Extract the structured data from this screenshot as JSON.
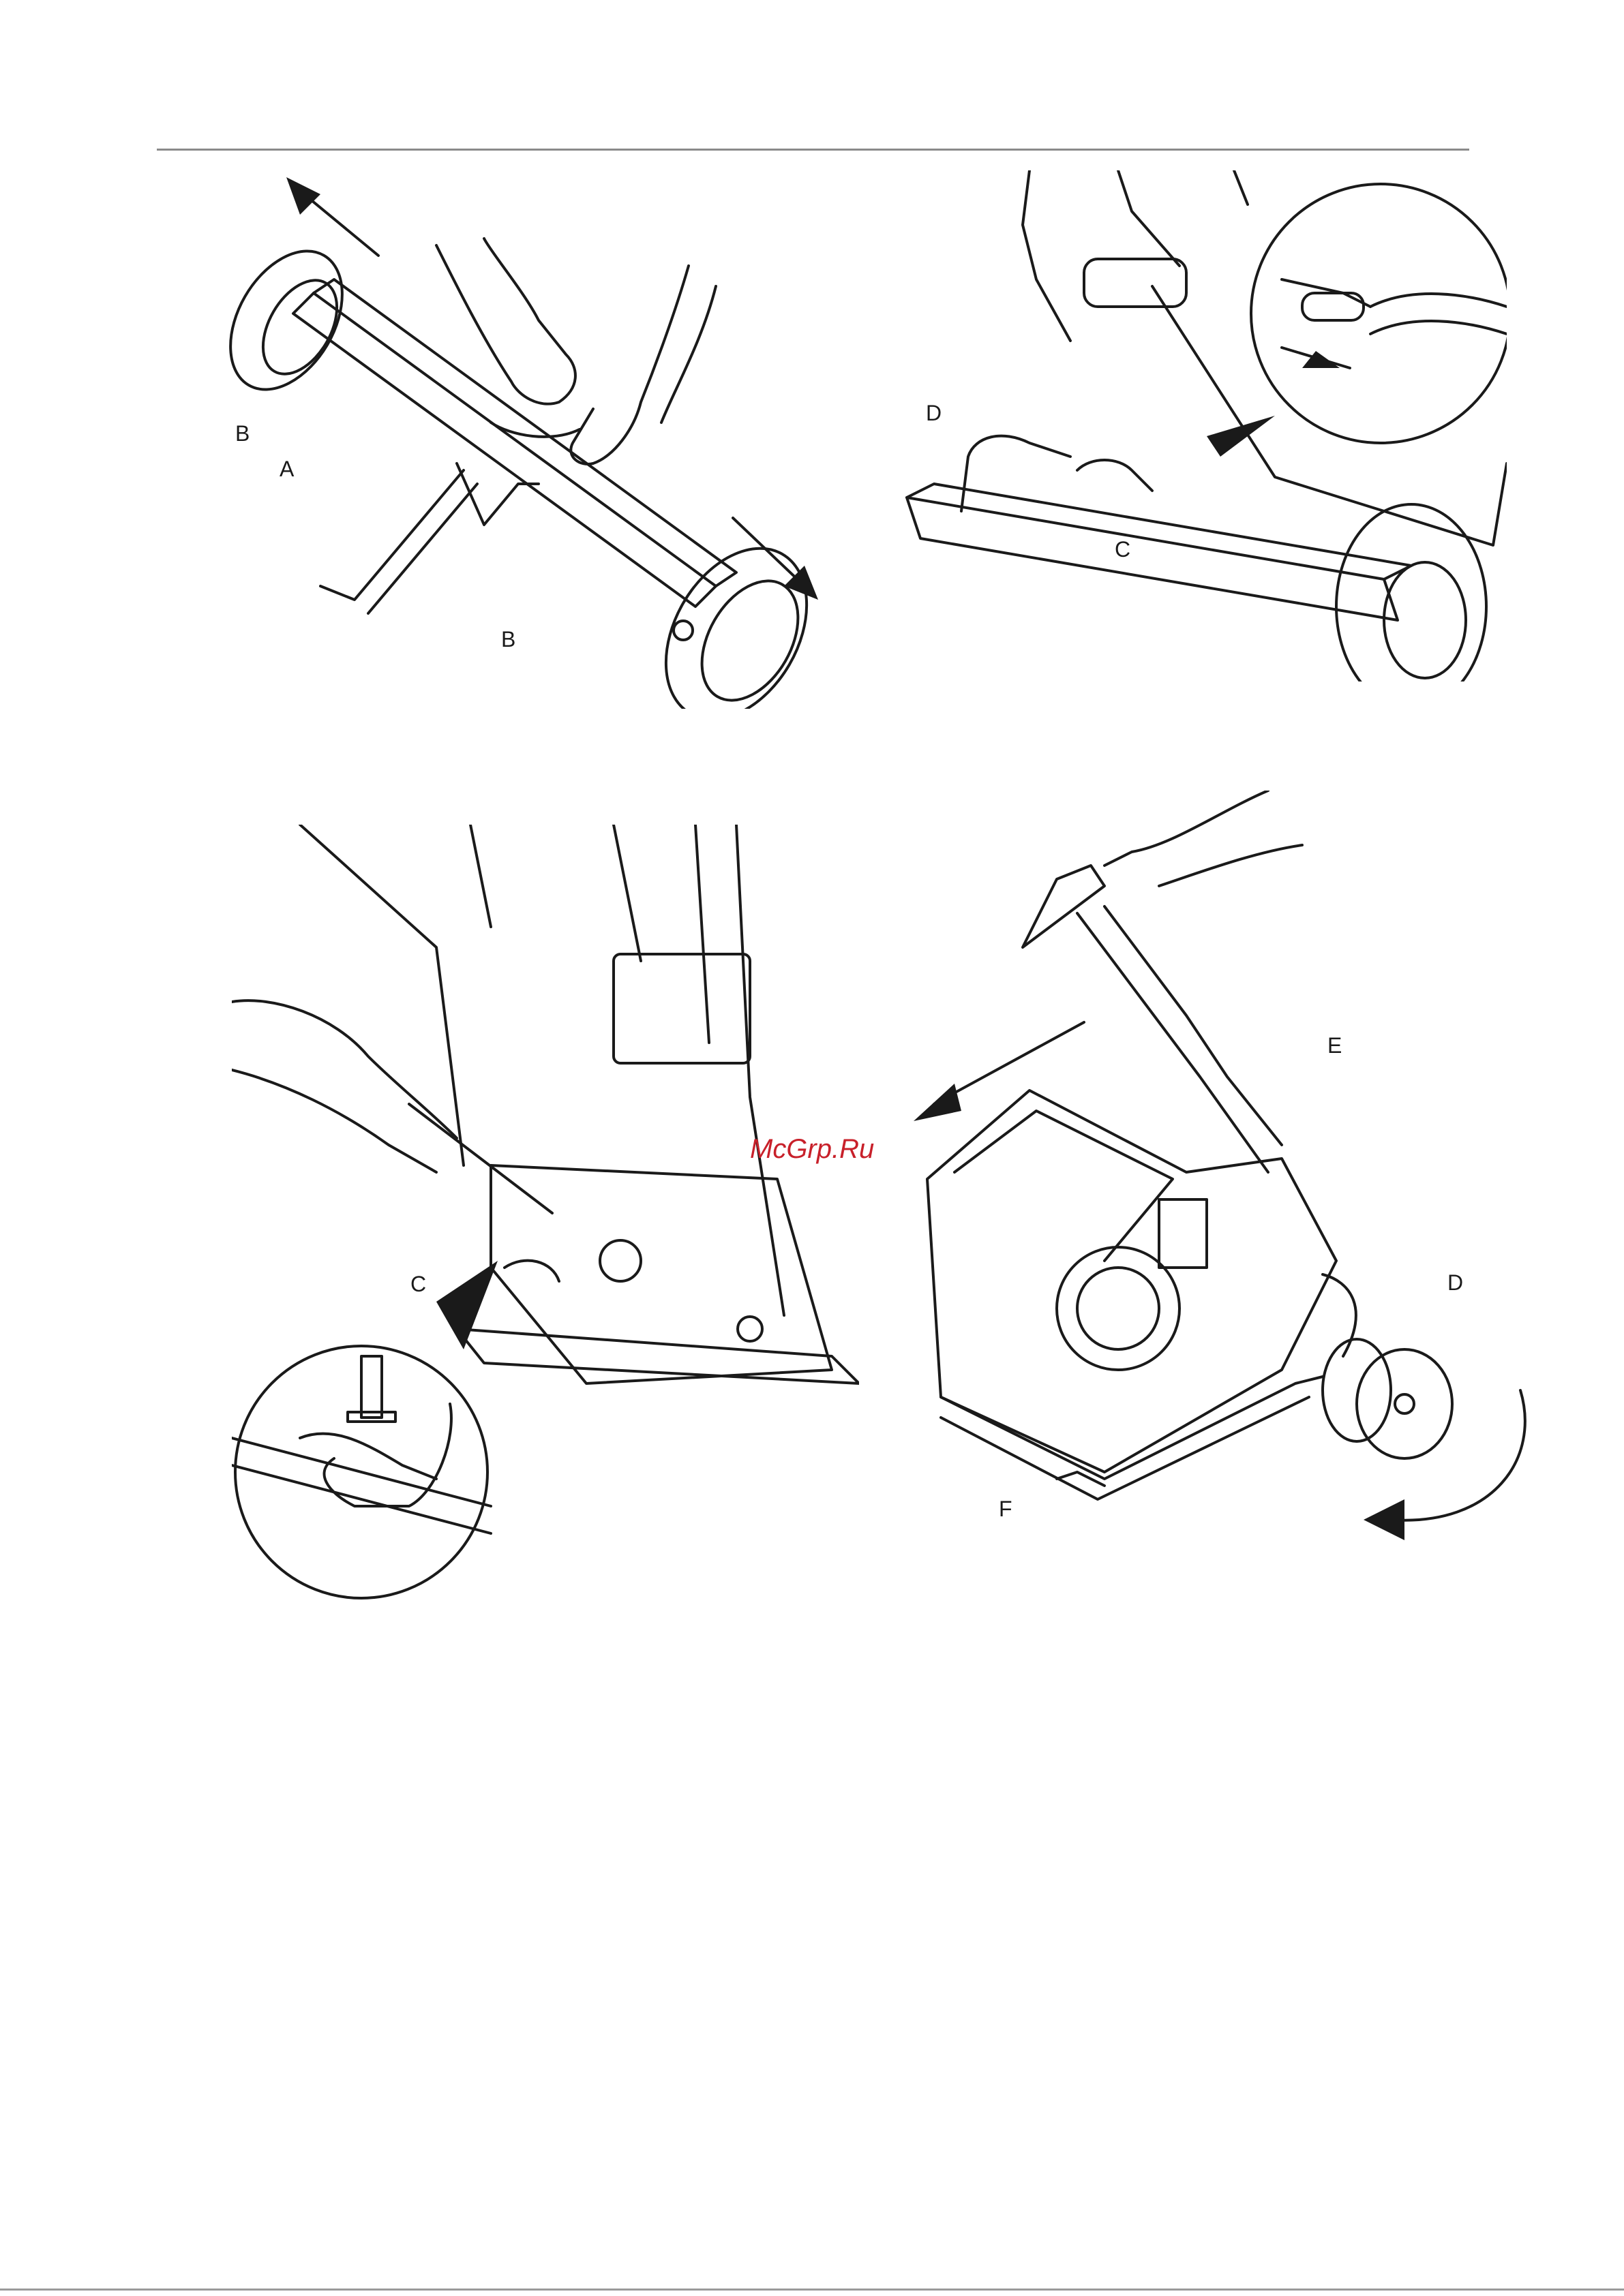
{
  "figures": [
    {
      "id": "fig1",
      "labels": [
        "B",
        "A",
        "B"
      ]
    },
    {
      "id": "fig2",
      "labels": [
        "D",
        "C"
      ]
    },
    {
      "id": "fig3",
      "labels": [
        "C"
      ]
    },
    {
      "id": "fig4",
      "labels": [
        "E",
        "D",
        "F"
      ]
    }
  ],
  "watermark": "McGrp.Ru"
}
